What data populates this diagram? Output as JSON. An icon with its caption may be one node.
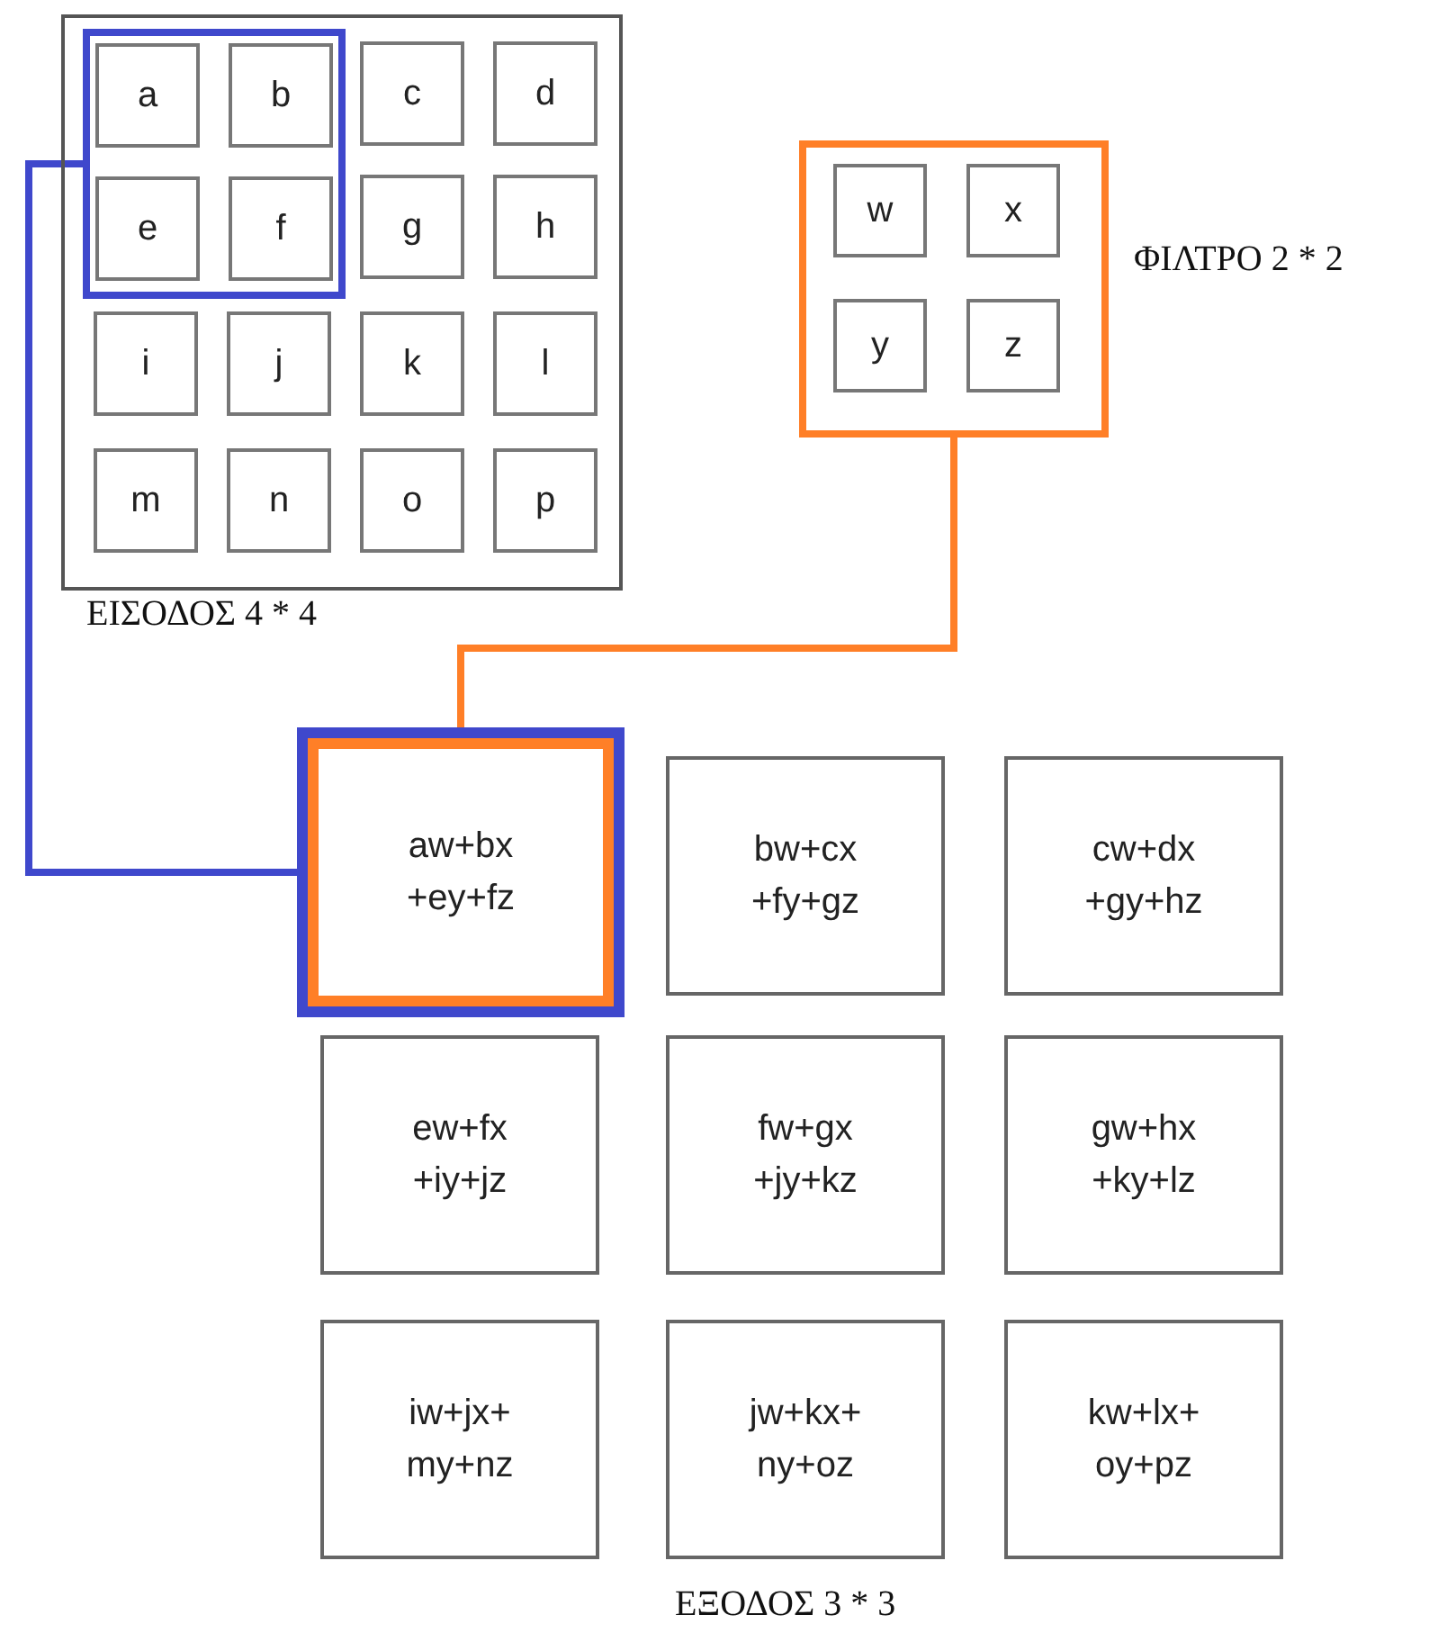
{
  "diagram": {
    "nodes": [
      {
        "text": [
          "ΕΙΣΟΔΟΣ 4 * 4"
        ]
      },
      {
        "text": [],
        "shape": "box",
        "in": 0
      },
      {
        "text": [
          "a"
        ],
        "in": 1
      },
      {
        "text": [
          "b"
        ],
        "in": 1
      },
      {
        "text": [
          "c"
        ],
        "in": 0
      },
      {
        "text": [
          "d"
        ],
        "in": 0
      },
      {
        "text": [
          "e"
        ],
        "in": 1
      },
      {
        "text": [
          "f"
        ],
        "in": 1
      },
      {
        "text": [
          "g"
        ],
        "in": 0
      },
      {
        "text": [
          "h"
        ],
        "in": 0
      },
      {
        "text": [
          "i"
        ],
        "in": 0
      },
      {
        "text": [
          "j"
        ],
        "in": 0
      },
      {
        "text": [
          "k"
        ],
        "in": 0
      },
      {
        "text": [
          "l"
        ],
        "in": 0
      },
      {
        "text": [
          "m"
        ],
        "in": 0
      },
      {
        "text": [
          "n"
        ],
        "in": 0
      },
      {
        "text": [
          "o"
        ],
        "in": 0
      },
      {
        "text": [
          "p"
        ],
        "in": 0
      },
      {
        "text": [
          "ΦΙΛΤΡΟ 2 * 2"
        ]
      },
      {
        "text": [
          "w"
        ],
        "in": 18
      },
      {
        "text": [
          "x"
        ],
        "in": 18
      },
      {
        "text": [
          "y"
        ],
        "in": 18
      },
      {
        "text": [
          "z"
        ],
        "in": 18
      },
      {
        "text": [
          "aw+bx +ey+fz"
        ]
      },
      {
        "text": [
          "bw+cx +fy+gz"
        ]
      },
      {
        "text": [
          "cw+dx +gy+hz"
        ]
      },
      {
        "text": [
          "ew+fx +iy+jz"
        ]
      },
      {
        "text": [
          "fw+gx +jy+kz"
        ]
      },
      {
        "text": [
          "gw+hx +ky+lz"
        ]
      },
      {
        "text": [
          "iw+jx+ my+nz"
        ]
      },
      {
        "text": [
          "jw+kx+ ny+oz"
        ]
      },
      {
        "text": [
          "kw+lx+ oy+pz"
        ]
      }
    ],
    "edges": [
      {
        "from": 1,
        "to": 23,
        "arrow": "none",
        "color": "#3f48cc"
      },
      {
        "from": 18,
        "to": 23,
        "arrow": "none",
        "color": "#ff7f27"
      }
    ],
    "labels": [
      "ΕΞΟΔΟΣ 3 * 3"
    ]
  }
}
